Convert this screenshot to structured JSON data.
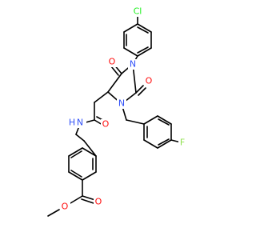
{
  "colors": {
    "bond": "#000000",
    "O": "#ff0d0d",
    "N": "#3050f8",
    "Cl": "#1ff01f",
    "F": "#90e050",
    "background": "#ffffff"
  },
  "atoms": {
    "cl": "Cl",
    "f": "F",
    "n1": "N",
    "n3": "N",
    "nh": "N",
    "h": "H",
    "o_c4": "O",
    "o_c2": "O",
    "o_amide": "O",
    "o_ester_carbonyl": "O",
    "o_ester_single": "O"
  }
}
